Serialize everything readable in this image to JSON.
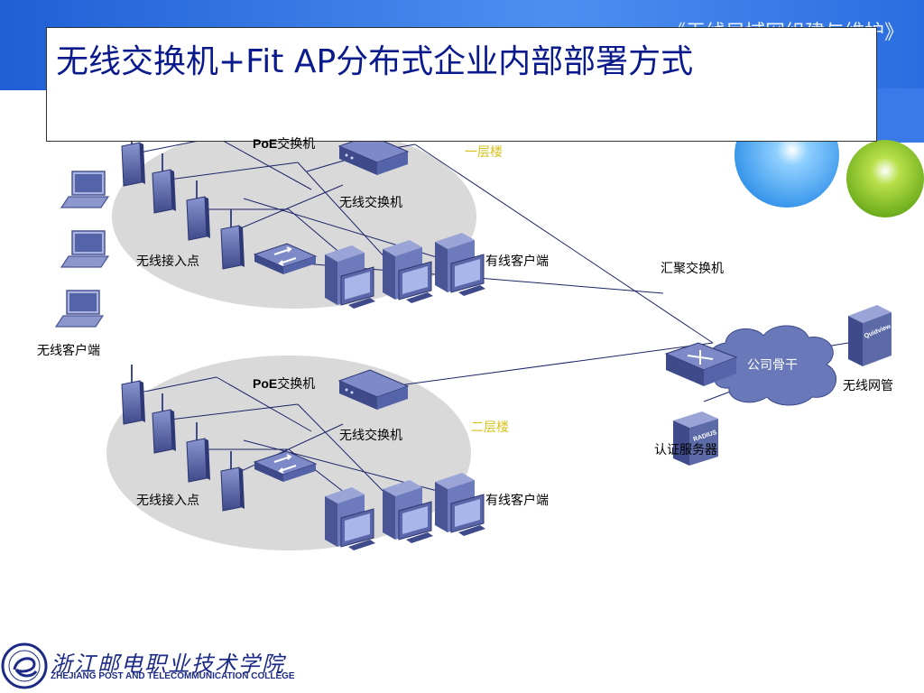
{
  "slide": {
    "title": "无线交换机+Fit AP分布式企业内部部署方式",
    "header_corner": "《无线局域网组建与维护》"
  },
  "college": {
    "name_cn": "浙江邮电职业技术学院",
    "name_en": "ZHEJIANG POST AND TELECOMMUNICATION COLLEGE"
  },
  "diagram": {
    "floor1": {
      "label": "一层楼",
      "poe_prefix": "PoE",
      "poe_suffix": "交换机",
      "wireless_switch": "无线交换机",
      "access_points": "无线接入点",
      "wired_clients": "有线客户端"
    },
    "floor2": {
      "label": "二层楼",
      "poe_prefix": "PoE",
      "poe_suffix": "交换机",
      "wireless_switch": "无线交换机",
      "access_points": "无线接入点",
      "wired_clients": "有线客户端"
    },
    "wireless_clients": "无线客户端",
    "aggregation_switch": "汇聚交换机",
    "backbone": "公司骨干",
    "wireless_nms": "无线网管",
    "auth_server": "认证服务器",
    "device_text": {
      "nms": "Quidview",
      "radius": "RADIUS"
    }
  },
  "colors": {
    "title": "#0a1a8c",
    "header_blue": "#3d7fe8",
    "device_blue": "#5c6aa8",
    "floor_label": "#d6c21a",
    "cloud": "#6878b8"
  }
}
